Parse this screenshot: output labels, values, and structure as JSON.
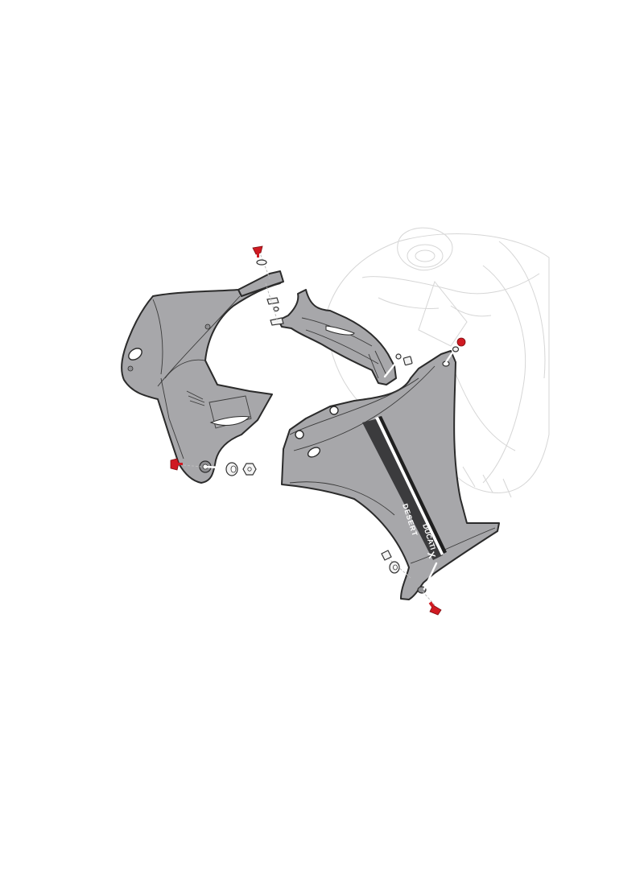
{
  "diagram": {
    "type": "exploded-view parts diagram",
    "subject": "side fairing panels and air duct around fuel tank",
    "colors": {
      "background": "#ffffff",
      "panel_fill": "#a7a7aa",
      "panel_outline": "#2b2b2b",
      "ghost_outline": "#d6d6d6",
      "stripe_dark": "#3b3b3d",
      "stripe_light": "#ffffff",
      "screw_red": "#d01a22"
    },
    "components": [
      {
        "id": "left-fairing-panel",
        "label": "Left side panel"
      },
      {
        "id": "air-duct",
        "label": "Air duct / conveyor"
      },
      {
        "id": "right-fairing-panel",
        "label": "Right side panel with decal"
      },
      {
        "id": "fuel-tank-ghost",
        "label": "Fuel tank (reference, ghosted)"
      }
    ],
    "hardware": [
      {
        "id": "screw-top",
        "type": "screw",
        "color": "red"
      },
      {
        "id": "screw-left-lower",
        "type": "screw",
        "color": "red"
      },
      {
        "id": "screw-right-upper",
        "type": "screw",
        "color": "red"
      },
      {
        "id": "screw-right-lower",
        "type": "screw",
        "color": "red"
      },
      {
        "id": "washer-top",
        "type": "washer"
      },
      {
        "id": "spacer-left",
        "type": "grommet"
      },
      {
        "id": "nut-left",
        "type": "hex-nut"
      },
      {
        "id": "clip-duct",
        "type": "clip"
      },
      {
        "id": "nut-square",
        "type": "square-nut"
      },
      {
        "id": "grommet-right",
        "type": "grommet"
      },
      {
        "id": "clip-right",
        "type": "clip"
      }
    ],
    "decal": {
      "brand": "DUCATI",
      "model_line1": "DESERT",
      "model_line2": "X"
    }
  }
}
